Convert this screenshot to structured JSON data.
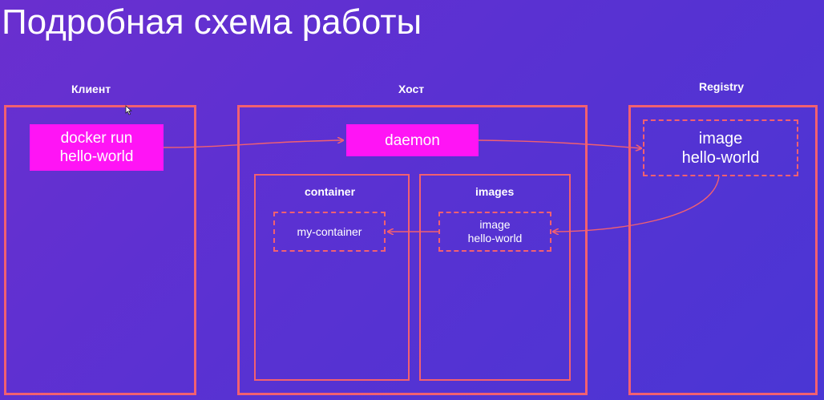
{
  "slide": {
    "title": "Подробная схема работы"
  },
  "columns": {
    "client": {
      "label": "Клиент"
    },
    "host": {
      "label": "Хост"
    },
    "registry": {
      "label": "Registry"
    }
  },
  "client": {
    "command": {
      "line1": "docker run",
      "line2": "hello-world"
    }
  },
  "host": {
    "daemon": {
      "label": "daemon"
    },
    "container_section": {
      "label": "container",
      "item": {
        "label": "my-container"
      }
    },
    "images_section": {
      "label": "images",
      "item": {
        "line1": "image",
        "line2": "hello-world"
      }
    }
  },
  "registry": {
    "image": {
      "line1": "image",
      "line2": "hello-world"
    }
  },
  "colors": {
    "background_start": "#6a2fcf",
    "background_end": "#4a36d4",
    "border": "#f26070",
    "highlight": "#ff14f5",
    "text": "#ffffff"
  },
  "icons": {
    "cursor": "mouse-pointer-icon",
    "arrows": "arrow-icon"
  }
}
